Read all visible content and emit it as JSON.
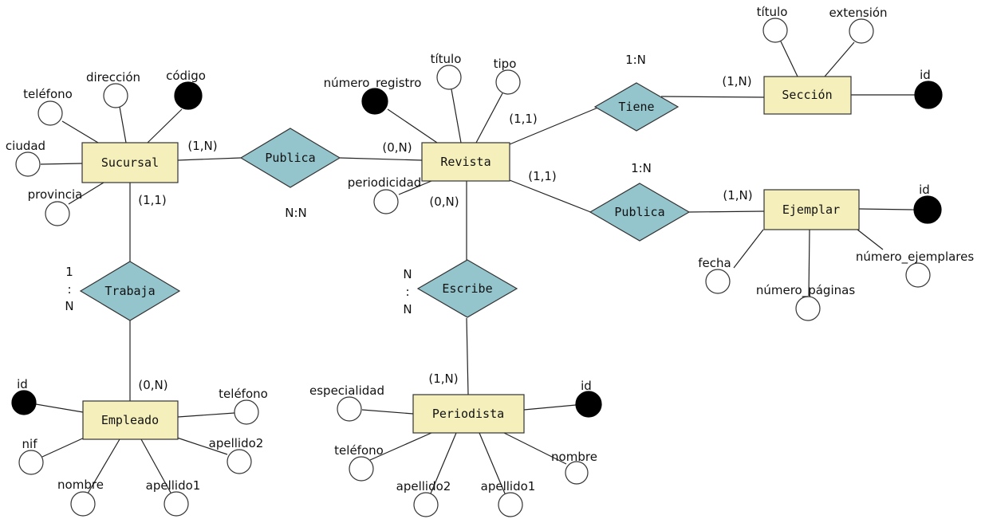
{
  "colors": {
    "entity_fill": "#f5f0bb",
    "relationship_fill": "#94c4cc",
    "key_attribute": "#000000",
    "attribute": "#ffffff"
  },
  "entities": {
    "sucursal": "Sucursal",
    "revista": "Revista",
    "seccion": "Sección",
    "ejemplar": "Ejemplar",
    "empleado": "Empleado",
    "periodista": "Periodista"
  },
  "relationships": {
    "publica1": "Publica",
    "tiene": "Tiene",
    "publica2": "Publica",
    "trabaja": "Trabaja",
    "escribe": "Escribe"
  },
  "attributes": {
    "sucursal": {
      "telefono": "teléfono",
      "direccion": "dirección",
      "codigo": "código",
      "ciudad": "ciudad",
      "provincia": "provincia"
    },
    "revista": {
      "numero_registro": "número_registro",
      "titulo": "título",
      "tipo": "tipo",
      "periodicidad": "periodicidad"
    },
    "seccion": {
      "titulo": "título",
      "extension": "extensión",
      "id": "id"
    },
    "ejemplar": {
      "id": "id",
      "fecha": "fecha",
      "numero_paginas": "número_páginas",
      "numero_ejemplares": "número_ejemplares"
    },
    "empleado": {
      "id": "id",
      "telefono": "teléfono",
      "nif": "nif",
      "apellido2": "apellido2",
      "nombre": "nombre",
      "apellido1": "apellido1"
    },
    "periodista": {
      "especialidad": "especialidad",
      "id": "id",
      "telefono": "teléfono",
      "nombre": "nombre",
      "apellido2": "apellido2",
      "apellido1": "apellido1"
    }
  },
  "cardinalities": {
    "sucursal_publica": "(1,N)",
    "revista_publica": "(0,N)",
    "publica_ratio": "N:N",
    "revista_tiene": "(1,1)",
    "tiene_ratio": "1:N",
    "seccion_tiene": "(1,N)",
    "revista_publica2": "(1,1)",
    "publica2_ratio": "1:N",
    "ejemplar_publica2": "(1,N)",
    "sucursal_trabaja": "(1,1)",
    "trabaja_ratio": [
      "1",
      ":",
      "N"
    ],
    "empleado_trabaja": "(0,N)",
    "revista_escribe": "(0,N)",
    "escribe_ratio": [
      "N",
      ":",
      "N"
    ],
    "periodista_escribe": "(1,N)"
  }
}
